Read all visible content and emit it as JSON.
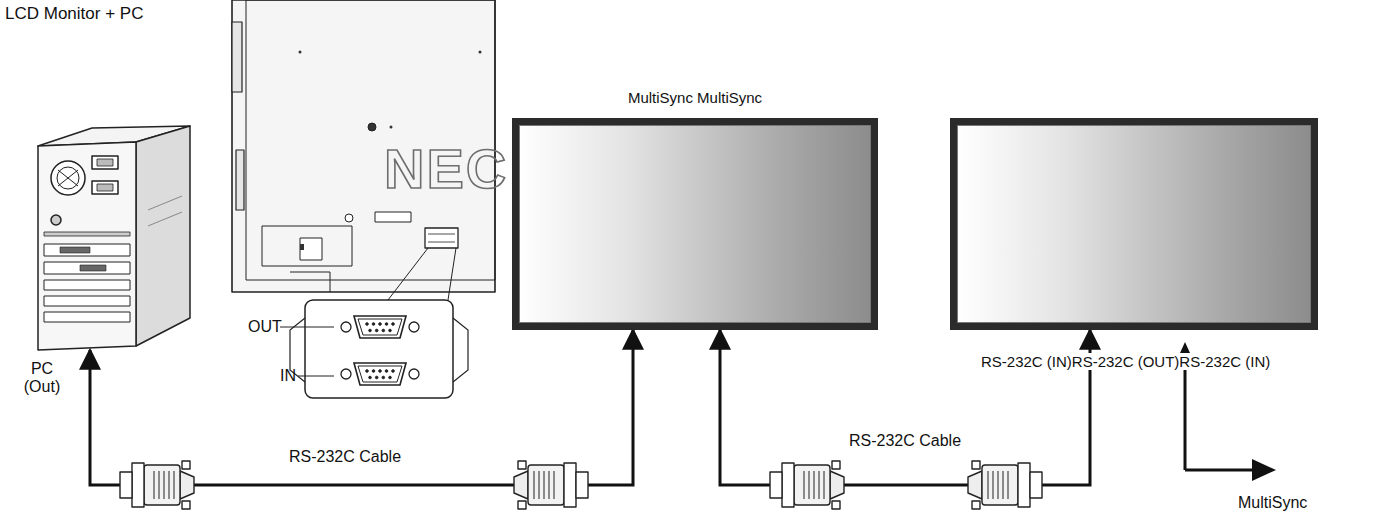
{
  "diagram": {
    "title": "LCD Monitor + PC",
    "nodes": [
      {
        "text": [
          "PC (Out)"
        ]
      },
      {
        "text": [
          "MultiSync MultiSync"
        ]
      },
      {
        "text": [
          "RS-232C (IN)RS-232C (OUT)RS-232C (IN)"
        ]
      }
    ],
    "edges": [
      {
        "from": 0,
        "to": 1,
        "arrow": "both",
        "label": "RS-232C Cable"
      },
      {
        "from": 1,
        "to": 2,
        "arrow": "both",
        "label": "RS-232C Cable"
      }
    ],
    "labels": [
      "NEC",
      "OUT",
      "IN",
      "MultiSync"
    ]
  }
}
